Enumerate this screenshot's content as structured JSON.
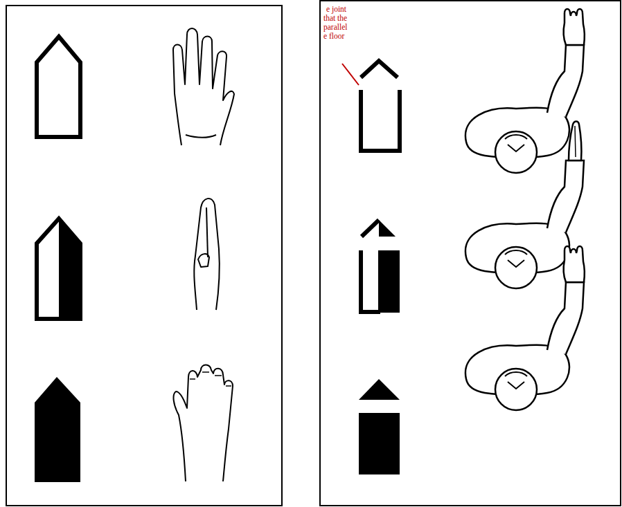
{
  "diagram": {
    "labels": [
      "e joint",
      "that the",
      "parallel",
      "e floor"
    ]
  }
}
